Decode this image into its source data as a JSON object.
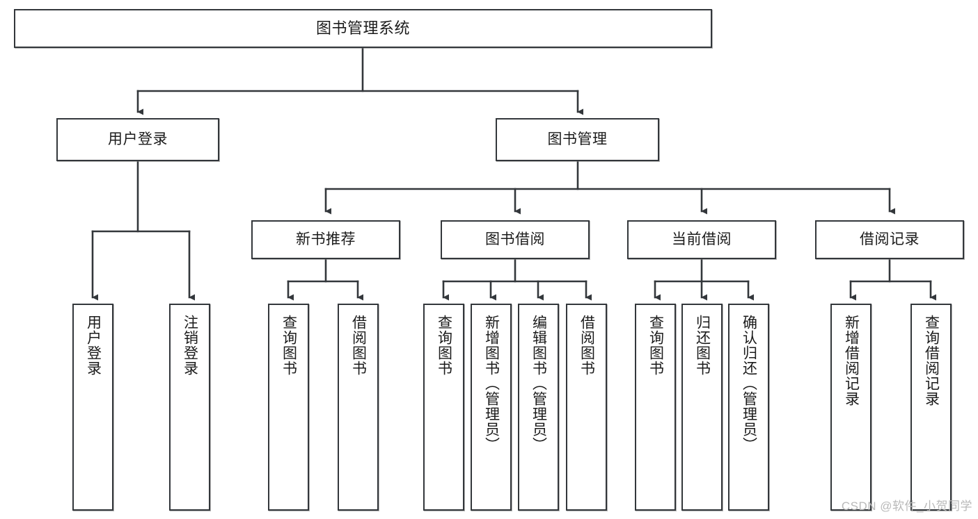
{
  "diagram": {
    "title": "图书管理系统",
    "type": "tree-hierarchy-diagram",
    "colors": {
      "node_border": "#33373b",
      "node_fill": "#ffffff",
      "edge": "#33373b",
      "text": "#1b1b1b",
      "watermark": "#b9b9b9",
      "background": "#ffffff"
    },
    "root": {
      "label": "图书管理系统"
    },
    "level2": [
      {
        "label": "用户登录"
      },
      {
        "label": "图书管理"
      }
    ],
    "level3": [
      {
        "label": "新书推荐"
      },
      {
        "label": "图书借阅"
      },
      {
        "label": "当前借阅"
      },
      {
        "label": "借阅记录"
      }
    ],
    "leaves": {
      "user_login": [
        {
          "label": "用户登录"
        },
        {
          "label": "注销登录"
        }
      ],
      "new_book_recommend": [
        {
          "label": "查询图书"
        },
        {
          "label": "借阅图书"
        }
      ],
      "book_borrow": [
        {
          "label": "查询图书"
        },
        {
          "label": "新增图书（管理员）"
        },
        {
          "label": "编辑图书（管理员）"
        },
        {
          "label": "借阅图书"
        }
      ],
      "current_borrow": [
        {
          "label": "查询图书"
        },
        {
          "label": "归还图书"
        },
        {
          "label": "确认归还（管理员）"
        }
      ],
      "borrow_record": [
        {
          "label": "新增借阅记录"
        },
        {
          "label": "查询借阅记录"
        }
      ]
    },
    "watermark": "CSDN @软件_小贺同学"
  }
}
